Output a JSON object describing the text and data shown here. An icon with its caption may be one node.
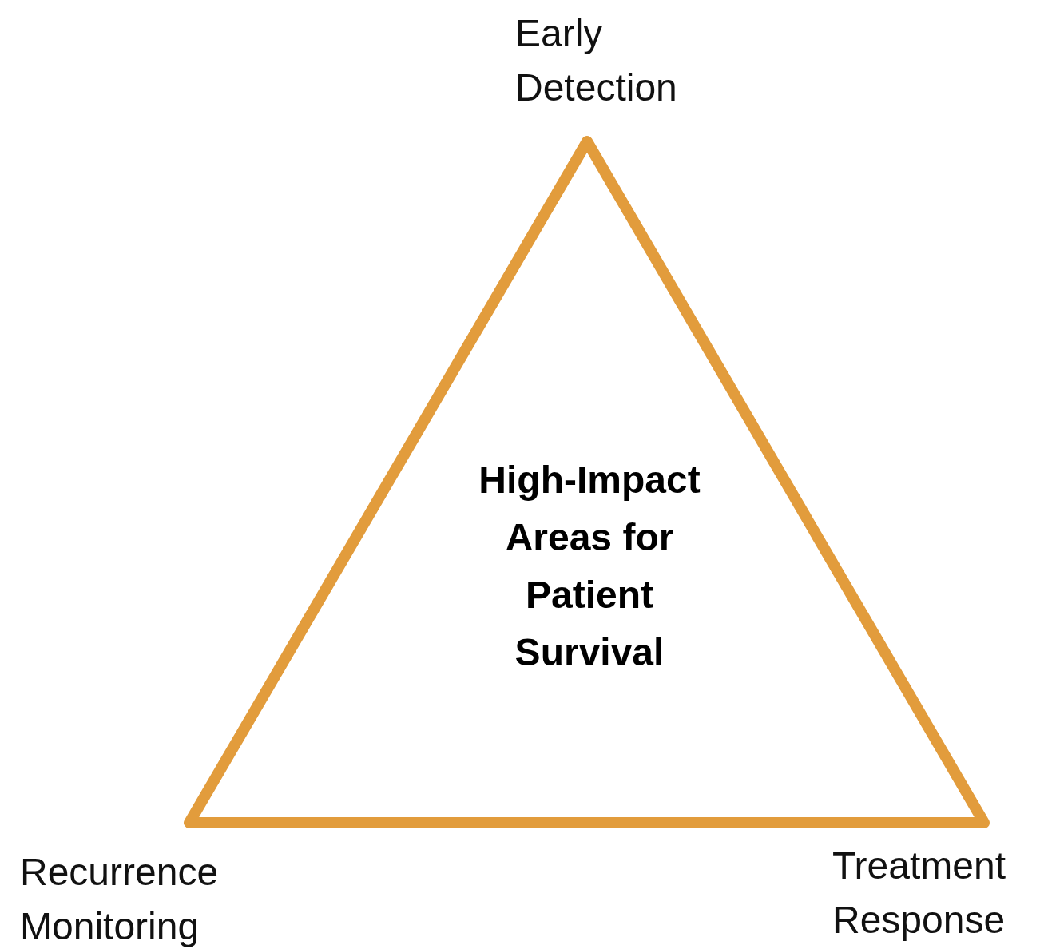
{
  "diagram": {
    "nodes": [
      {
        "text": [
          "High-Impact Areas for Patient Survival"
        ]
      }
    ],
    "labels": [
      "Early Detection",
      "Recurrence Monitoring",
      "Treatment Response"
    ]
  }
}
